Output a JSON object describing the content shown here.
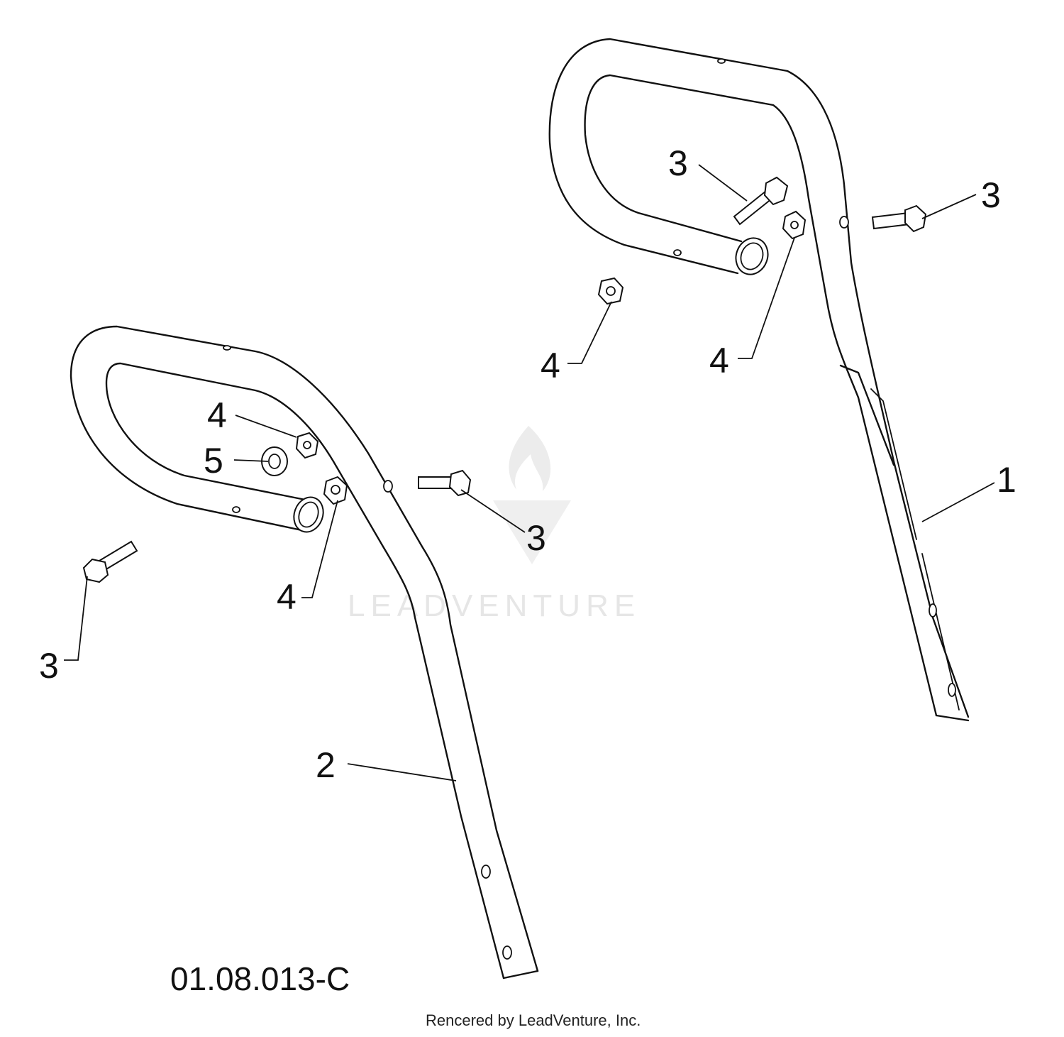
{
  "diagram": {
    "callouts": {
      "handle_upper_label": "1",
      "handle_lower_label": "2",
      "bolt_label": "3",
      "nut_label": "4",
      "spacer_label": "5"
    },
    "figure_code": "01.08.013-C",
    "watermark_text": "LEADVENTURE",
    "footer_credit": "Rencered by LeadVenture, Inc."
  }
}
